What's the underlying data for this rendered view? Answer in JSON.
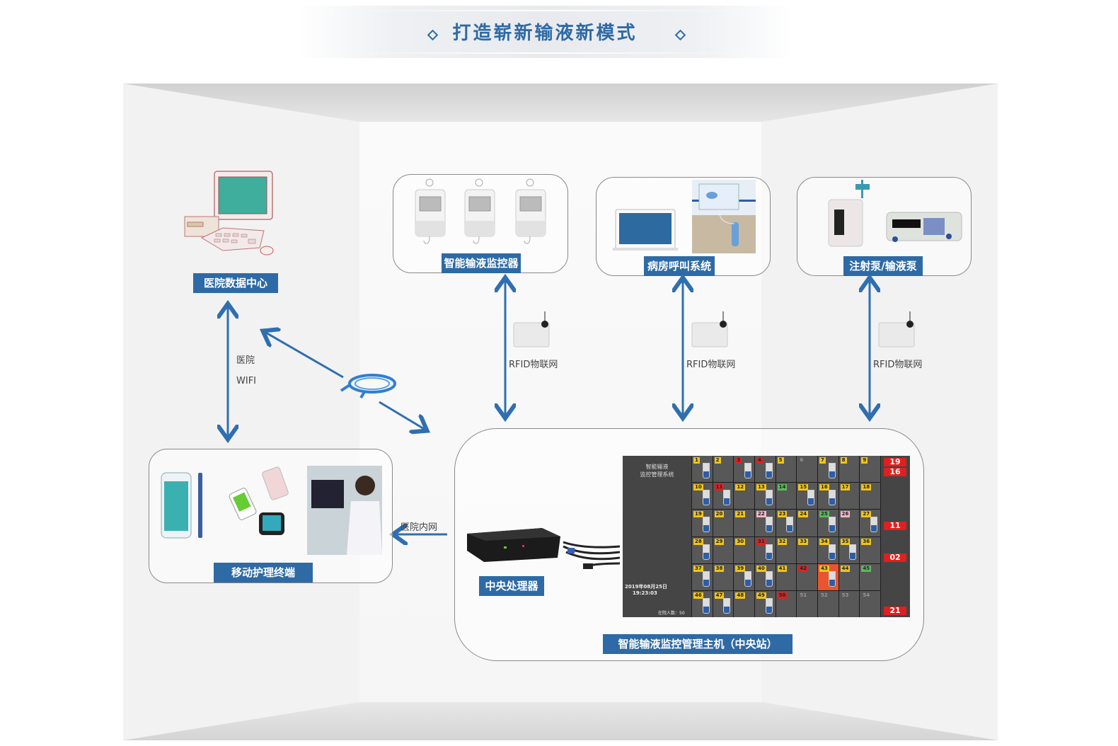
{
  "title": "打造崭新输液新模式",
  "nodes": {
    "data_center": {
      "label": "医院数据中心"
    },
    "infusion_monitor": {
      "label": "智能输液监控器"
    },
    "ward_call": {
      "label": "病房呼叫系统"
    },
    "pump": {
      "label": "注射泵/输液泵"
    },
    "mobile_terminal": {
      "label": "移动护理终端"
    },
    "central_processor": {
      "label": "中央处理器"
    },
    "central_station": {
      "label": "智能输液监控管理主机（中央站）"
    }
  },
  "links": {
    "wifi_line1": "医院",
    "wifi_line2": "WIFI",
    "rfid_1": "RFID物联网",
    "rfid_2": "RFID物联网",
    "rfid_3": "RFID物联网",
    "intranet": "医院内网"
  },
  "screen": {
    "title_line1": "智能输液",
    "title_line2": "监控管理系统",
    "date": "2019年08月25日",
    "time": "19:23:03",
    "count": "在院人数：50",
    "bed_tags": [
      "19",
      "16",
      "11",
      "02",
      "21"
    ],
    "cells": [
      {
        "n": "1",
        "c": "#f0c419"
      },
      {
        "n": "2",
        "c": "#f0c419"
      },
      {
        "n": "3",
        "c": "#e02020"
      },
      {
        "n": "4",
        "c": "#e02020"
      },
      {
        "n": "5",
        "c": "#f0c419"
      },
      {
        "n": "6",
        "c": ""
      },
      {
        "n": "7",
        "c": "#f0c419"
      },
      {
        "n": "8",
        "c": "#f0c419"
      },
      {
        "n": "9",
        "c": "#f0c419"
      },
      {
        "n": "10",
        "c": "#f0c419"
      },
      {
        "n": "11",
        "c": "#e02020"
      },
      {
        "n": "12",
        "c": "#f0c419"
      },
      {
        "n": "13",
        "c": "#f0c419"
      },
      {
        "n": "14",
        "c": "#5cb85c"
      },
      {
        "n": "15",
        "c": "#f0c419"
      },
      {
        "n": "16",
        "c": "#f0c419"
      },
      {
        "n": "17",
        "c": "#f0c419"
      },
      {
        "n": "18",
        "c": "#f0c419"
      },
      {
        "n": "19",
        "c": "#f0c419"
      },
      {
        "n": "20",
        "c": "#f0c419"
      },
      {
        "n": "21",
        "c": "#f0c419"
      },
      {
        "n": "22",
        "c": "#f4b6c8"
      },
      {
        "n": "23",
        "c": "#f0c419"
      },
      {
        "n": "24",
        "c": "#f0c419"
      },
      {
        "n": "25",
        "c": "#5cb85c"
      },
      {
        "n": "26",
        "c": "#f4b6c8"
      },
      {
        "n": "27",
        "c": "#f0c419"
      },
      {
        "n": "28",
        "c": "#f0c419"
      },
      {
        "n": "29",
        "c": "#f0c419"
      },
      {
        "n": "30",
        "c": "#f0c419"
      },
      {
        "n": "31",
        "c": "#e02020"
      },
      {
        "n": "32",
        "c": "#f0c419"
      },
      {
        "n": "33",
        "c": "#f0c419"
      },
      {
        "n": "34",
        "c": "#f0c419"
      },
      {
        "n": "35",
        "c": "#f0c419"
      },
      {
        "n": "36",
        "c": "#f0c419"
      },
      {
        "n": "37",
        "c": "#f0c419"
      },
      {
        "n": "38",
        "c": "#f0c419"
      },
      {
        "n": "39",
        "c": "#f0c419"
      },
      {
        "n": "40",
        "c": "#f0c419"
      },
      {
        "n": "41",
        "c": "#f0c419"
      },
      {
        "n": "42",
        "c": "#e02020"
      },
      {
        "n": "43",
        "c": "#f0c419"
      },
      {
        "n": "44",
        "c": "#f0c419"
      },
      {
        "n": "45",
        "c": "#5cb85c"
      },
      {
        "n": "46",
        "c": "#f0c419"
      },
      {
        "n": "47",
        "c": "#f0c419"
      },
      {
        "n": "48",
        "c": "#f0c419"
      },
      {
        "n": "49",
        "c": "#f0c419"
      },
      {
        "n": "50",
        "c": "#e02020"
      },
      {
        "n": "51",
        "c": ""
      },
      {
        "n": "52",
        "c": ""
      },
      {
        "n": "53",
        "c": ""
      },
      {
        "n": "54",
        "c": ""
      }
    ]
  },
  "colors": {
    "accent": "#2e6aa5",
    "arrow": "#2f6fb0",
    "alert": "#e02020"
  }
}
